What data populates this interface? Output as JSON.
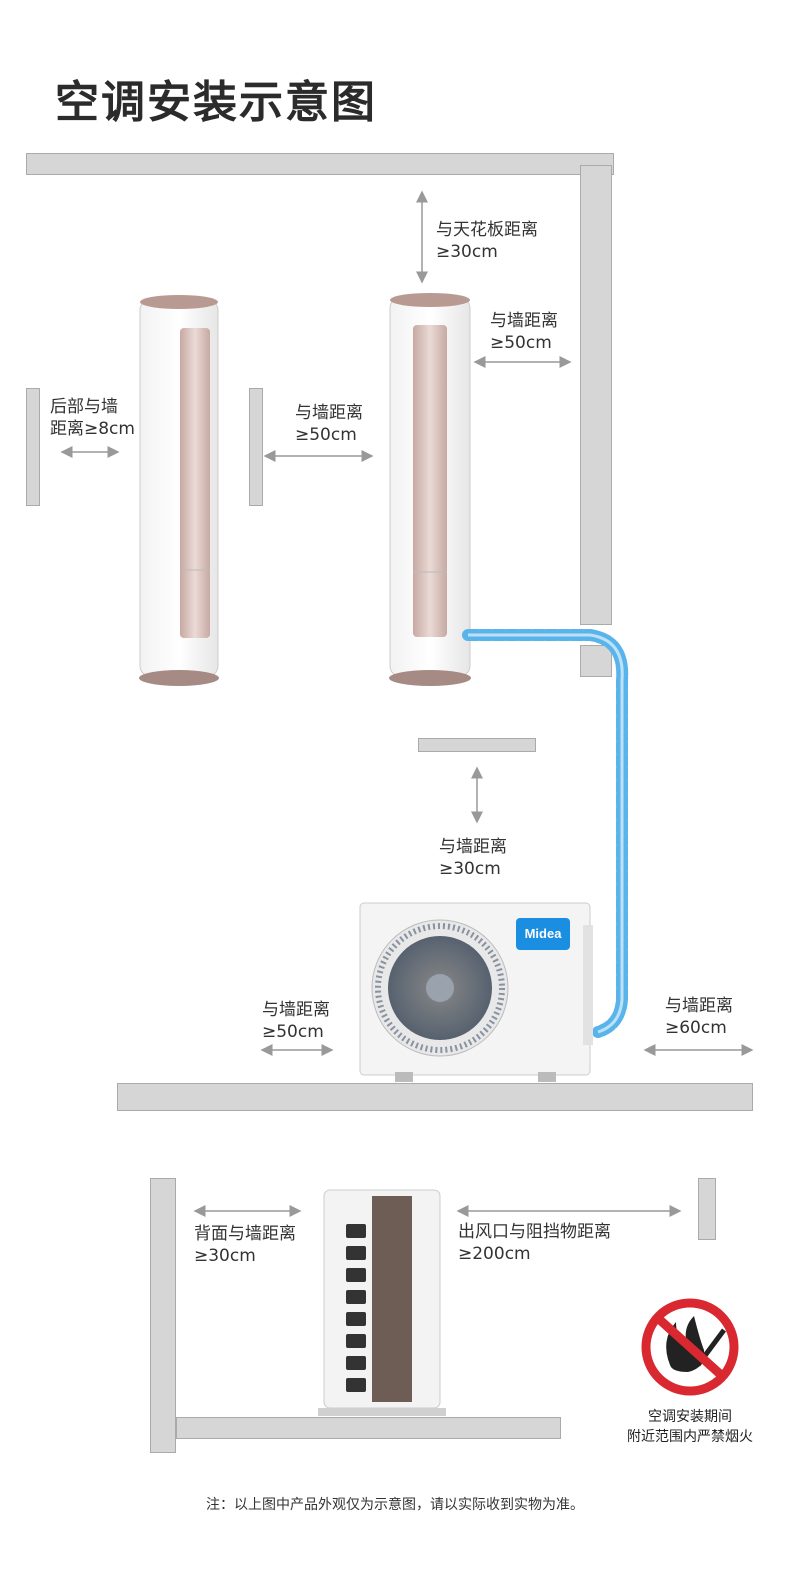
{
  "title": "空调安装示意图",
  "labels": {
    "ceiling": [
      "与天花板距离",
      "≥30cm"
    ],
    "indoor_side_wall": [
      "与墙距离",
      "≥50cm"
    ],
    "indoor_back_wall": [
      "后部与墙",
      "距离≥8cm"
    ],
    "indoor_between": [
      "与墙距离",
      "≥50cm"
    ],
    "outdoor_top": [
      "与墙距离",
      "≥30cm"
    ],
    "outdoor_left": [
      "与墙距离",
      "≥50cm"
    ],
    "outdoor_right": [
      "与墙距离",
      "≥60cm"
    ],
    "outdoor_back": [
      "背面与墙距离",
      "≥30cm"
    ],
    "outdoor_outlet": [
      "出风口与阻挡物距离",
      "≥200cm"
    ]
  },
  "brand": "Midea",
  "warning": [
    "空调安装期间",
    "附近范围内严禁烟火"
  ],
  "note": "注：以上图中产品外观仅为示意图，请以实际收到实物为准。",
  "colors": {
    "pipe": "#5ab4ec",
    "badge": "#1a8ee0",
    "no_fire": "#d9282f"
  }
}
